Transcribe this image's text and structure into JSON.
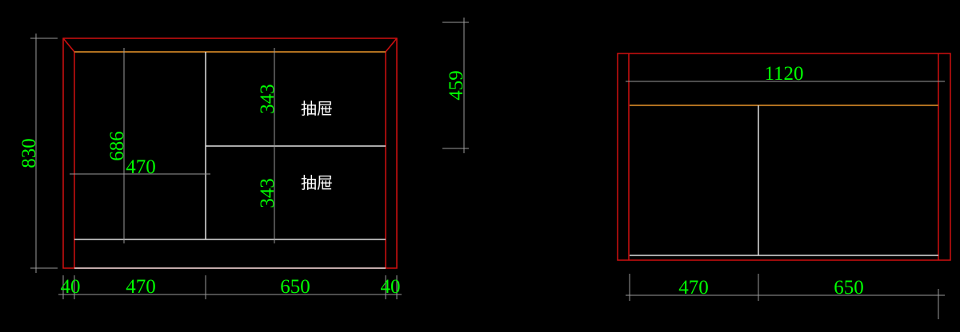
{
  "front_view": {
    "height_total": "830",
    "inner_height": "686",
    "open_width": "470",
    "drawer_height_top": "343",
    "drawer_height_bottom": "343",
    "drawer_label_top": "抽屉",
    "drawer_label_bottom": "抽屉",
    "bottom_dims": [
      "40",
      "470",
      "650",
      "40"
    ],
    "drawer_zone_height": "459"
  },
  "side_view": {
    "inner_width": "1120",
    "bottom_dims": [
      "470",
      "650"
    ]
  },
  "colors": {
    "background": "#000000",
    "outline": "#d01010",
    "panel": "#e0e0e0",
    "top_panel": "#b07020",
    "dimension_text": "#00ff00"
  }
}
